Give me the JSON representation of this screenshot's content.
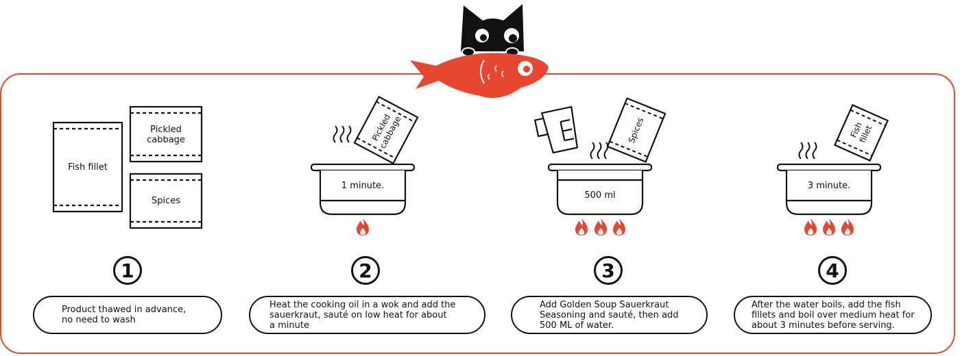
{
  "colors": {
    "accent": "#e8472f",
    "ink": "#111111",
    "background": "#ffffff"
  },
  "step1": {
    "number": "1",
    "packs": {
      "fish": "Fish fillet",
      "cabbage": "Pickled\ncabbage",
      "spices": "Spices"
    },
    "description": "Product thawed in advance,\nno need to wash"
  },
  "step2": {
    "number": "2",
    "pack_label": "Pickled\ncabbage",
    "pot_label": "1 minute.",
    "flames": 1,
    "description": "Heat the cooking oil in a wok and add the\nsauerkraut, sauté on low heat for about\na minute"
  },
  "step3": {
    "number": "3",
    "pack_label": "Spices",
    "pot_label": "500 ml",
    "flames": 3,
    "description": "Add Golden Soup Sauerkraut\nSeasoning and sauté, then add\n500 ML of water."
  },
  "step4": {
    "number": "4",
    "pack_label": "Fish\nfillet",
    "pot_label": "3 minute.",
    "flames": 3,
    "description": "After the water boils, add the fish\nfillets and boil over medium heat for\nabout 3 minutes before serving."
  },
  "icons": [
    "cat-mascot-icon",
    "fish-icon",
    "pot-icon",
    "flame-icon",
    "steam-icon",
    "measuring-cup-icon",
    "packet-icon"
  ]
}
